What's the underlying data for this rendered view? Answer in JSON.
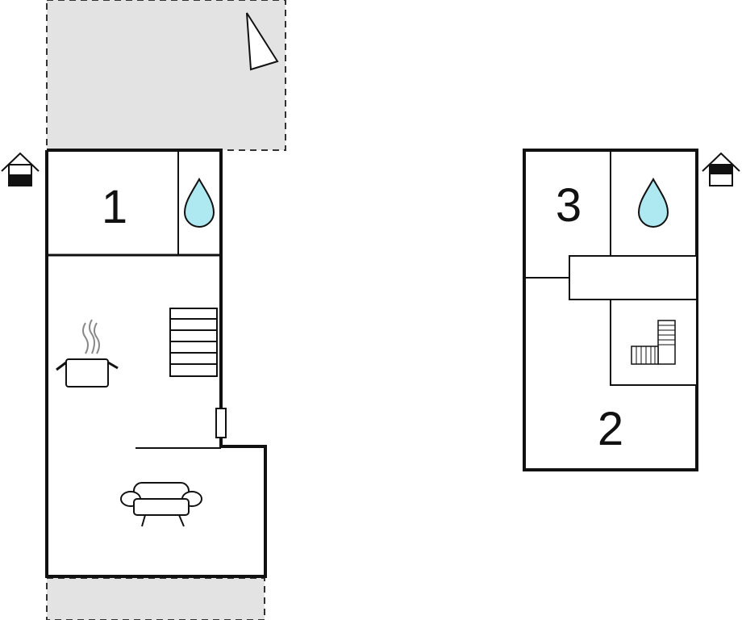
{
  "rooms": [
    {
      "id": "room-1",
      "number": "1"
    },
    {
      "id": "room-2",
      "number": "2"
    },
    {
      "id": "room-3",
      "number": "3"
    }
  ],
  "icons": {
    "water": "water-drop-icon",
    "entrance": "house-entrance-icon",
    "stairs": "stairs-icon",
    "cooking": "cooking-pot-icon",
    "sofa": "sofa-icon",
    "terrace": "terrace-icon",
    "north": "north-arrow-icon"
  },
  "colors": {
    "water": "#aee8f0",
    "terrace": "#e3e3e3",
    "walls": "#111111"
  }
}
